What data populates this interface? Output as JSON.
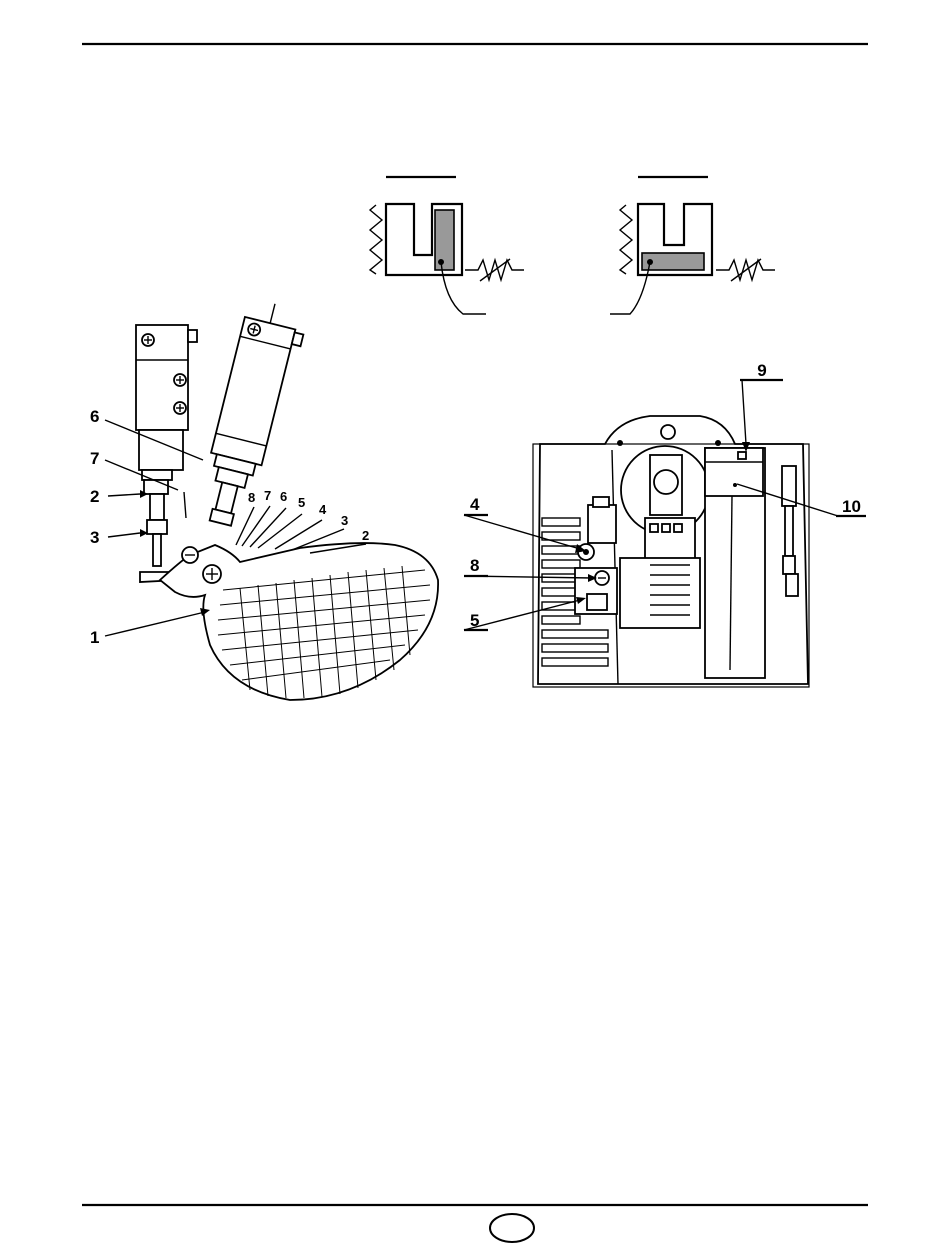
{
  "left_figure": {
    "callouts": [
      "6",
      "7",
      "2",
      "3",
      "1"
    ],
    "scale_labels": [
      "8",
      "7",
      "6",
      "5",
      "4",
      "3",
      "2"
    ]
  },
  "right_figure": {
    "callouts": [
      "9",
      "4",
      "8",
      "5",
      "10"
    ]
  },
  "footer": {
    "page_number": ""
  }
}
